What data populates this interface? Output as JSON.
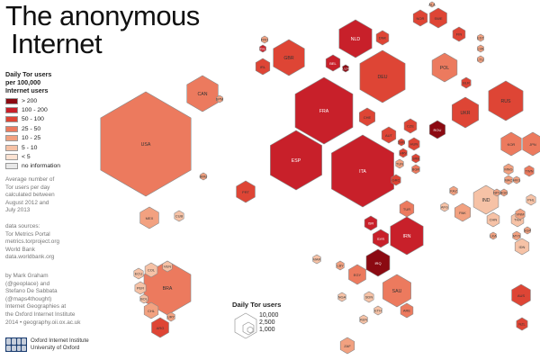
{
  "title": {
    "line1": "The anonymous",
    "line2": "Internet"
  },
  "legend": {
    "title": [
      "Daily Tor users",
      "per 100,000",
      "Internet users"
    ],
    "items": [
      {
        "label": "> 200",
        "color": "#8b0a12"
      },
      {
        "label": "100 - 200",
        "color": "#c8202a"
      },
      {
        "label": "50 - 100",
        "color": "#de4535"
      },
      {
        "label": "25 - 50",
        "color": "#ec7a5e"
      },
      {
        "label": "10 - 25",
        "color": "#f2a180"
      },
      {
        "label": "5 - 10",
        "color": "#f6c2a6"
      },
      {
        "label": "< 5",
        "color": "#fbe2d2"
      },
      {
        "label": "no information",
        "color": "#e8e8e8"
      }
    ]
  },
  "notes": {
    "average": [
      "Average number of",
      "Tor users per day",
      "calculated between",
      "August 2012 and",
      "July 2013"
    ],
    "sources": [
      "data sources:",
      "Tor Metrics Portal",
      "metrics.torproject.org",
      "World Bank",
      "data.worldbank.org"
    ],
    "credits": [
      "by Mark Graham",
      "(@geoplace) and",
      "Stefano De Sabbata",
      "(@maps4thought)",
      "Internet Geographies at",
      "the Oxford Internet Institute",
      "2014 • geography.oii.ox.ac.uk"
    ]
  },
  "logo": {
    "line1": "Oxford Internet Institute",
    "line2": "University of Oxford"
  },
  "size_legend": {
    "title": "Daily Tor users",
    "values": [
      "10,000",
      "2,500",
      "1,000"
    ]
  },
  "countries": [
    {
      "code": "USA",
      "value": "#ec7a5e"
    },
    {
      "code": "CAN",
      "value": "#ec7a5e"
    },
    {
      "code": "MEX",
      "value": "#f2a180"
    },
    {
      "code": "BRA",
      "value": "#ec7a5e"
    },
    {
      "code": "ARG",
      "value": "#de4535"
    },
    {
      "code": "CHL",
      "value": "#f2a180"
    },
    {
      "code": "COL",
      "value": "#f6c2a6"
    },
    {
      "code": "PER",
      "value": "#f6c2a6"
    },
    {
      "code": "VEN",
      "value": "#f6c2a6"
    },
    {
      "code": "ECU",
      "value": "#f6c2a6"
    },
    {
      "code": "BOL",
      "value": "#f6c2a6"
    },
    {
      "code": "URY",
      "value": "#f2a180"
    },
    {
      "code": "SPM",
      "value": "#f2a180"
    },
    {
      "code": "BMU",
      "value": "#f2a180"
    },
    {
      "code": "CUB",
      "value": "#f6c2a6"
    },
    {
      "code": "GBR",
      "value": "#de4535"
    },
    {
      "code": "IRL",
      "value": "#de4535"
    },
    {
      "code": "ISL",
      "value": "#c8202a"
    },
    {
      "code": "FRO",
      "value": "#f2a180"
    },
    {
      "code": "FRA",
      "value": "#c8202a"
    },
    {
      "code": "DEU",
      "value": "#de4535"
    },
    {
      "code": "NLD",
      "value": "#c8202a"
    },
    {
      "code": "BEL",
      "value": "#c8202a"
    },
    {
      "code": "LUX",
      "value": "#8b0a12"
    },
    {
      "code": "ITA",
      "value": "#c8202a"
    },
    {
      "code": "ESP",
      "value": "#c8202a"
    },
    {
      "code": "PRT",
      "value": "#de4535"
    },
    {
      "code": "CHE",
      "value": "#de4535"
    },
    {
      "code": "AUT",
      "value": "#de4535"
    },
    {
      "code": "CZE",
      "value": "#de4535"
    },
    {
      "code": "POL",
      "value": "#ec7a5e"
    },
    {
      "code": "DNK",
      "value": "#de4535"
    },
    {
      "code": "NOR",
      "value": "#de4535"
    },
    {
      "code": "SWE",
      "value": "#de4535"
    },
    {
      "code": "FIN",
      "value": "#de4535"
    },
    {
      "code": "ALA",
      "value": "#f2a180"
    },
    {
      "code": "EST",
      "value": "#f2a180"
    },
    {
      "code": "LVA",
      "value": "#f2a180"
    },
    {
      "code": "LTU",
      "value": "#f2a180"
    },
    {
      "code": "BLR",
      "value": "#de4535"
    },
    {
      "code": "UKR",
      "value": "#de4535"
    },
    {
      "code": "RUS",
      "value": "#de4535"
    },
    {
      "code": "HUN",
      "value": "#de4535"
    },
    {
      "code": "ROU",
      "value": "#8b0a12"
    },
    {
      "code": "SVN",
      "value": "#de4535"
    },
    {
      "code": "HRV",
      "value": "#de4535"
    },
    {
      "code": "SRB",
      "value": "#de4535"
    },
    {
      "code": "BGR",
      "value": "#ec7a5e"
    },
    {
      "code": "GRC",
      "value": "#de4535"
    },
    {
      "code": "TUR",
      "value": "#ec7a5e"
    },
    {
      "code": "KAZ",
      "value": "#f2a180"
    },
    {
      "code": "IND",
      "value": "#f6c2a6"
    },
    {
      "code": "CHN",
      "value": "#f6c2a6"
    },
    {
      "code": "KOR",
      "value": "#ec7a5e"
    },
    {
      "code": "JPN",
      "value": "#ec7a5e"
    },
    {
      "code": "MNG",
      "value": "#f2a180"
    },
    {
      "code": "MAC",
      "value": "#f2a180"
    },
    {
      "code": "PAK",
      "value": "#f2a180"
    },
    {
      "code": "AFG",
      "value": "#f6c2a6"
    },
    {
      "code": "IRN",
      "value": "#c8202a"
    },
    {
      "code": "IRQ",
      "value": "#8b0a12"
    },
    {
      "code": "SYR",
      "value": "#c8202a"
    },
    {
      "code": "ISR",
      "value": "#c8202a"
    },
    {
      "code": "SAU",
      "value": "#ec7a5e"
    },
    {
      "code": "ARE",
      "value": "#ec7a5e"
    },
    {
      "code": "EGY",
      "value": "#ec7a5e"
    },
    {
      "code": "LBY",
      "value": "#f2a180"
    },
    {
      "code": "MAR",
      "value": "#f6c2a6"
    },
    {
      "code": "TUN",
      "value": "#f2a180"
    },
    {
      "code": "SDN",
      "value": "#f6c2a6"
    },
    {
      "code": "ETH",
      "value": "#f6c2a6"
    },
    {
      "code": "KEN",
      "value": "#f6c2a6"
    },
    {
      "code": "ZAF",
      "value": "#f2a180"
    },
    {
      "code": "NGA",
      "value": "#f6c2a6"
    },
    {
      "code": "THA",
      "value": "#f6c2a6"
    },
    {
      "code": "VNM",
      "value": "#f2a180"
    },
    {
      "code": "IDN",
      "value": "#f6c2a6"
    },
    {
      "code": "MYS",
      "value": "#f2a180"
    },
    {
      "code": "SGP",
      "value": "#f2a180"
    },
    {
      "code": "PHL",
      "value": "#f6c2a6"
    },
    {
      "code": "AUS",
      "value": "#de4535"
    },
    {
      "code": "NZL",
      "value": "#de4535"
    },
    {
      "code": "TWN",
      "value": "#ec7a5e"
    },
    {
      "code": "HKG",
      "value": "#f2a180"
    },
    {
      "code": "LKA",
      "value": "#f2a180"
    },
    {
      "code": "NPL",
      "value": "#f2a180"
    },
    {
      "code": "BGD",
      "value": "#f2a180"
    }
  ]
}
